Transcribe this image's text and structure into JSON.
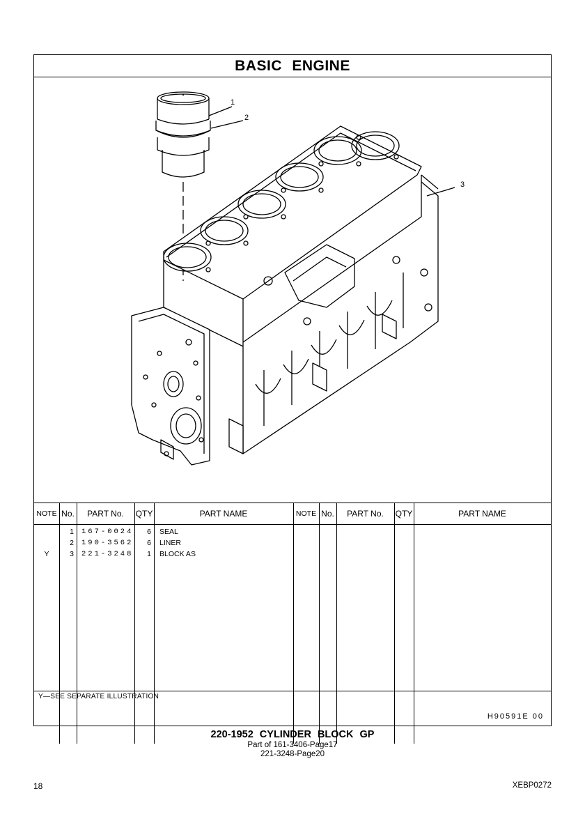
{
  "section_title": "BASIC   ENGINE",
  "callouts": [
    "1",
    "2",
    "3"
  ],
  "table_headers": {
    "note": "NOTE",
    "no": "No.",
    "part_no": "PART No.",
    "qty": "QTY",
    "part_name": "PART NAME"
  },
  "parts": [
    {
      "note": "",
      "no": "1",
      "part_no": "167-0024",
      "qty": "6",
      "name": "SEAL"
    },
    {
      "note": "",
      "no": "2",
      "part_no": "190-3562",
      "qty": "6",
      "name": "LINER"
    },
    {
      "note": "Y",
      "no": "3",
      "part_no": "221-3248",
      "qty": "1",
      "name": "BLOCK AS"
    }
  ],
  "footnote": "Y—SEE SEPARATE ILLUSTRATION",
  "illustration_code": "H90591E   00",
  "caption": {
    "title": "220-1952  CYLINDER BLOCK GP",
    "line1": "Part of 161-3406-Page17",
    "line2": "221-3248-Page20"
  },
  "page_number": "18",
  "doc_code": "XEBP0272"
}
